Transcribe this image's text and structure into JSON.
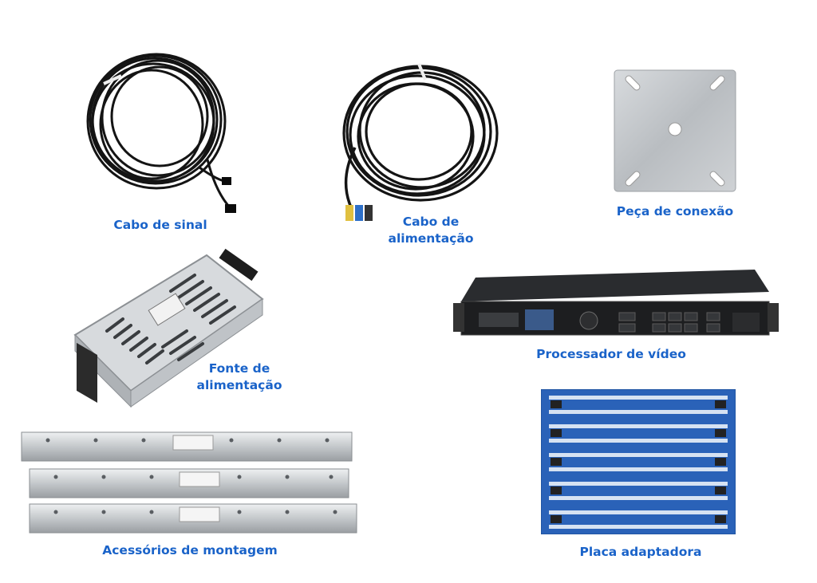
{
  "labels": {
    "signal_cable": "Cabo de sinal",
    "power_cable_line1": "Cabo de",
    "power_cable_line2": "alimentação",
    "connection_piece": "Peça de conexão",
    "power_supply_line1": "Fonte de",
    "power_supply_line2": "alimentação",
    "video_processor": "Processador de vídeo",
    "mounting_accessories": "Acessórios de montagem",
    "adapter_board": "Placa adaptadora"
  },
  "colors": {
    "label": "#1a63c9",
    "cable": "#111111",
    "metal": "#c8ccd0",
    "pcb": "#2a62b8"
  }
}
